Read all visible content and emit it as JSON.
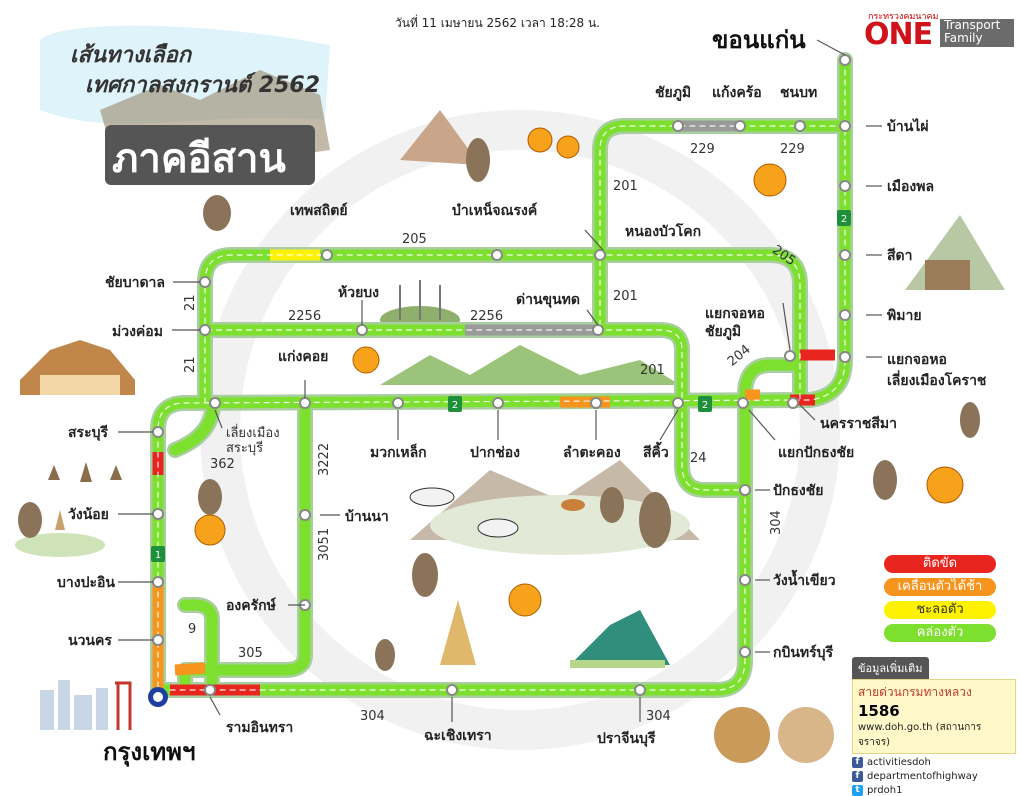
{
  "header": {
    "date_text": "วันที่ 11 เมษายน 2562 เวลา 18:28 น.",
    "title_line1": "เส้นทางเลือก",
    "title_line2": "เทศกาลสงกรานต์ 2562",
    "region_label": "ภาคอีสาน"
  },
  "logo": {
    "ministry_small": "กระทรวงคมนาคม",
    "brand_one": "ONE",
    "brand_transport": "Transport",
    "brand_family": "Family"
  },
  "cities": {
    "khon_kaen": "ขอนแก่น",
    "bangkok": "กรุงเทพฯ"
  },
  "places": {
    "chaiyaphum": "ชัยภูมิ",
    "kaeng_khro": "แก้งคร้อ",
    "chonnabot": "ชนบท",
    "ban_phai": "บ้านไผ่",
    "mueang_phon": "เมืองพล",
    "sida": "สีดา",
    "phimai": "พิมาย",
    "jct_chaiyaphum": "แยกจอหอ\nชัยภูมิ",
    "jct_bypass": "แยกจอหอ\nเลี่ยงเมืองโคราช",
    "nakhon_ratchasima": "นครราชสีมา",
    "jct_pak_thong_chai": "แยกปักธงชัย",
    "pak_thong_chai": "ปักธงชัย",
    "wang_nam_khiao": "วังน้ำเขียว",
    "kabin_buri": "กบินทร์บุรี",
    "prachin_buri": "ปราจีนบุรี",
    "chachoengsao": "ฉะเชิงเทรา",
    "ram_inthra": "รามอินทรา",
    "nakhon_nayok": "นวนคร",
    "bang_pa_in": "บางปะอิน",
    "wang_noi": "วังน้อย",
    "saraburi": "สระบุรี",
    "bypass_saraburi": "เลี่ยงเมือง\nสระบุรี",
    "muak_lek": "มวกเหล็ก",
    "pak_chong": "ปากช่อง",
    "lam_takhong": "ลำตะคอง",
    "sikhio": "สีคิ้ว",
    "kaeng_khoi": "แก่งคอย",
    "muang_khom": "ม่วงค่อม",
    "chai_badan": "ชัยบาดาล",
    "thep_sathit": "เทพสถิตย์",
    "bamnet_narong": "บำเหน็จณรงค์",
    "nong_bua_khok": "หนองบัวโคก",
    "huai_bong": "ห้วยบง",
    "dan_khun_thot": "ด่านขุนทด",
    "ban_na": "บ้านนา",
    "ongkharak": "องครักษ์"
  },
  "routes": {
    "r229a": "229",
    "r229b": "229",
    "r201a": "201",
    "r201b": "201",
    "r201c": "201",
    "r205a": "205",
    "r205b": "205",
    "r2256a": "2256",
    "r2256b": "2256",
    "r21a": "21",
    "r21b": "21",
    "r204": "204",
    "r24": "24",
    "r362": "362",
    "r3222": "3222",
    "r3051": "3051",
    "r9": "9",
    "r305": "305",
    "r304a": "304",
    "r304b": "304",
    "r304c": "304",
    "m2a": "2",
    "m2b": "2",
    "m2c": "2",
    "m1": "1"
  },
  "legend": {
    "jam": "ติดขัด",
    "slow": "เคลื่อนตัวได้ช้า",
    "moderate": "ชะลอตัว",
    "smooth": "คล่องตัว",
    "colors": {
      "jam": "#e8261f",
      "slow": "#f7941d",
      "moderate": "#fff200",
      "smooth": "#7ddf2e"
    }
  },
  "info": {
    "header": "ข้อมูลเพิ่มเติม",
    "hotline_label": "สายด่วนกรมทางหลวง",
    "hotline_number": "1586",
    "website": "www.doh.go.th (สถานการจราจร)",
    "facebook1": "activitiesdoh",
    "facebook2": "departmentofhighway",
    "twitter": "prdoh1"
  },
  "colors": {
    "road": "#7ddf2e",
    "road_edge": "#4fae1a",
    "jam": "#e8261f",
    "slow": "#f7941d",
    "moderate": "#fff200",
    "closed": "#9a9a9a"
  }
}
